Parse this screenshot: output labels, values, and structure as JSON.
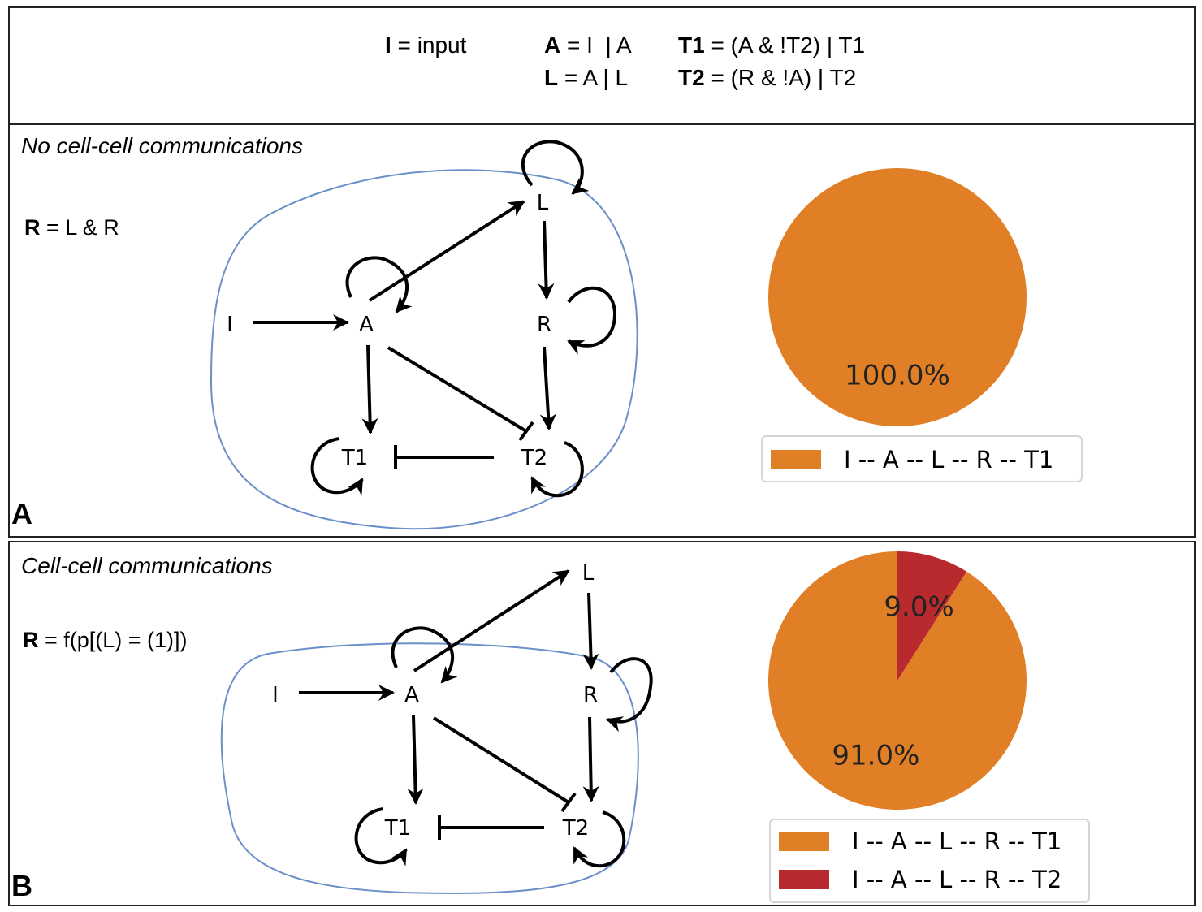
{
  "header": {
    "rules": [
      {
        "var": "I",
        "expr": " = input"
      },
      {
        "var": "A",
        "expr": " = I  | A"
      },
      {
        "var": "T1",
        "expr": " = (A & !T2) | T1"
      },
      {
        "var": "L",
        "expr": " = A | L"
      },
      {
        "var": "T2",
        "expr": " = (R & !A) | T2"
      }
    ]
  },
  "panels": [
    {
      "letter": "A",
      "title": "No cell-cell communications",
      "rule_var": "R",
      "rule_expr": " = L & R",
      "nodes": {
        "I": "I",
        "A": "A",
        "L": "L",
        "R": "R",
        "T1": "T1",
        "T2": "T2"
      },
      "chart_data": {
        "type": "pie",
        "slices": [
          {
            "label": "I -- A -- L -- R -- T1",
            "value": 100.0,
            "value_label": "100.0%",
            "color": "#e07f26"
          }
        ]
      }
    },
    {
      "letter": "B",
      "title": "Cell-cell communications",
      "rule_var": "R",
      "rule_expr": " = f(p[(L) = (1)])",
      "nodes": {
        "I": "I",
        "A": "A",
        "L": "L",
        "R": "R",
        "T1": "T1",
        "T2": "T2"
      },
      "chart_data": {
        "type": "pie",
        "slices": [
          {
            "label": "I -- A -- L -- R -- T1",
            "value": 91.0,
            "value_label": "91.0%",
            "color": "#e07f26"
          },
          {
            "label": "I -- A -- L -- R -- T2",
            "value": 9.0,
            "value_label": "9.0%",
            "color": "#b82a2d"
          }
        ]
      }
    }
  ],
  "colors": {
    "cell_outline": "#6b8fc9",
    "edge": "#000000"
  }
}
